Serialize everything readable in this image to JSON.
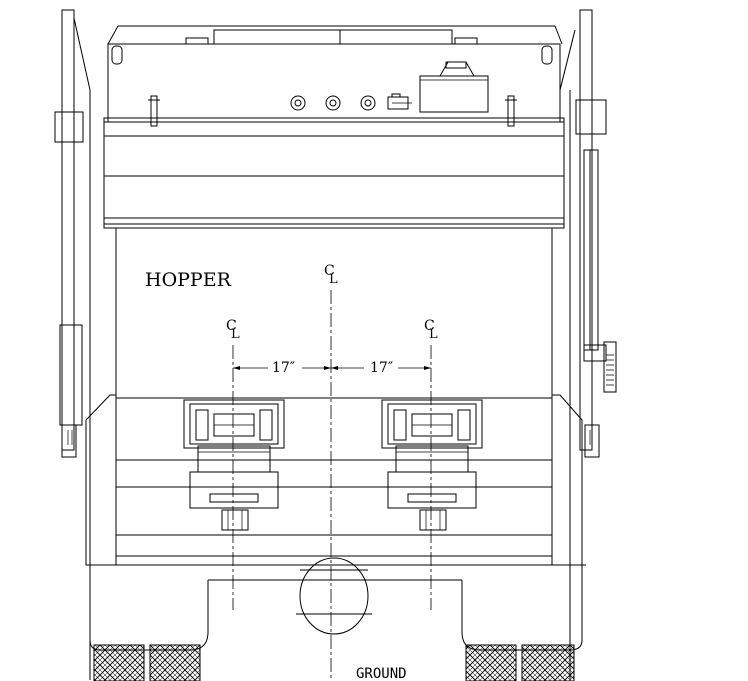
{
  "labels": {
    "hopper": "HOPPER",
    "ground": "GROUND",
    "centerline_symbol": "CL",
    "dim_left": "17″",
    "dim_right": "17″"
  },
  "colors": {
    "ink": "#000000",
    "paper": "#ffffff"
  }
}
